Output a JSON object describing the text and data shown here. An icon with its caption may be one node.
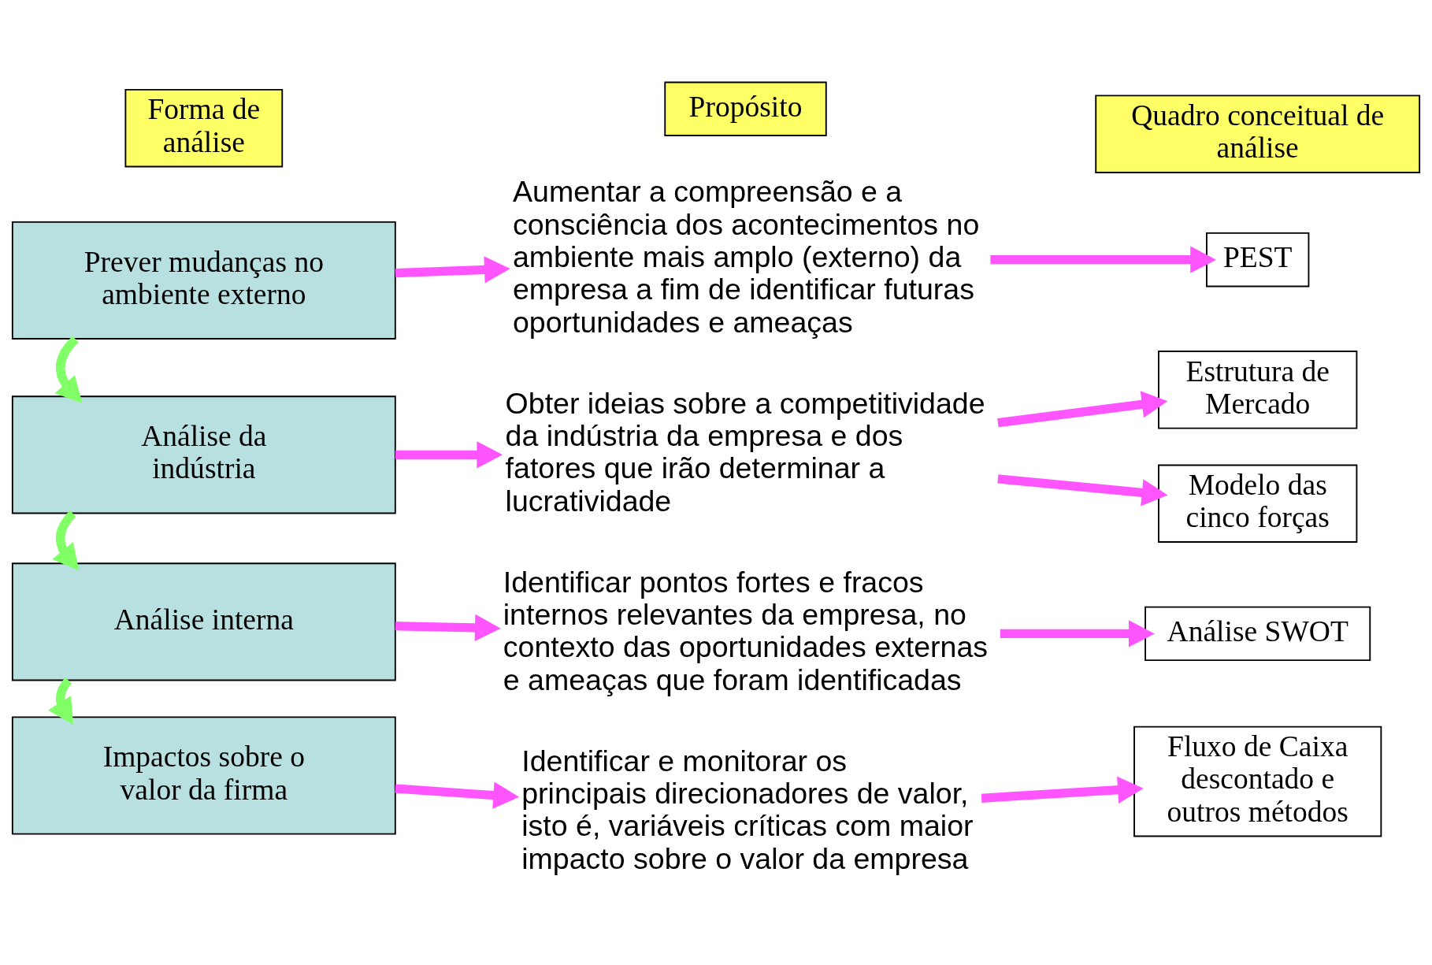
{
  "diagram": {
    "nodes": [
      {
        "text": [
          "Forma de análise"
        ]
      },
      {
        "text": [
          "Propósito"
        ]
      },
      {
        "text": [
          "Quadro conceitual de análise"
        ]
      },
      {
        "text": [
          "Prever mudanças no ambiente externo"
        ]
      },
      {
        "text": [
          "Análise da indústria"
        ]
      },
      {
        "text": [
          "Análise interna"
        ]
      },
      {
        "text": [
          "Impactos sobre o valor da firma"
        ]
      },
      {
        "text": [
          "Aumentar a compreensão e a consciência dos acontecimentos no ambiente mais amplo (externo) da empresa a fim de identificar futuras oportunidades e ameaças"
        ]
      },
      {
        "text": [
          "Obter ideias sobre a competitividade da indústria da empresa e dos fatores que irão determinar a lucratividade"
        ]
      },
      {
        "text": [
          "Identificar pontos fortes e fracos internos relevantes da empresa, no contexto das oportunidades externas e ameaças que foram identificadas"
        ]
      },
      {
        "text": [
          "Identificar e monitorar os principais direcionadores de valor, isto é, variáveis críticas com maior impacto sobre o valor da empresa"
        ]
      },
      {
        "text": [
          "PEST"
        ]
      },
      {
        "text": [
          "Estrutura de Mercado"
        ]
      },
      {
        "text": [
          "Modelo das cinco forças"
        ]
      },
      {
        "text": [
          "Análise SWOT"
        ]
      },
      {
        "text": [
          "Fluxo de Caixa descontado e outros métodos"
        ]
      }
    ],
    "edges": [
      {
        "from": 3,
        "to": 4,
        "arrow": "to",
        "color": "#80ff66"
      },
      {
        "from": 4,
        "to": 5,
        "arrow": "to",
        "color": "#80ff66"
      },
      {
        "from": 5,
        "to": 6,
        "arrow": "to",
        "color": "#80ff66"
      },
      {
        "from": 3,
        "to": 7,
        "arrow": "to"
      },
      {
        "from": 7,
        "to": 11,
        "arrow": "to"
      },
      {
        "from": 4,
        "to": 8,
        "arrow": "to"
      },
      {
        "from": 8,
        "to": 12,
        "arrow": "to"
      },
      {
        "from": 8,
        "to": 13,
        "arrow": "to"
      },
      {
        "from": 5,
        "to": 9,
        "arrow": "to"
      },
      {
        "from": 9,
        "to": 14,
        "arrow": "to"
      },
      {
        "from": 6,
        "to": 10,
        "arrow": "to"
      },
      {
        "from": 10,
        "to": 15,
        "arrow": "to"
      }
    ]
  }
}
